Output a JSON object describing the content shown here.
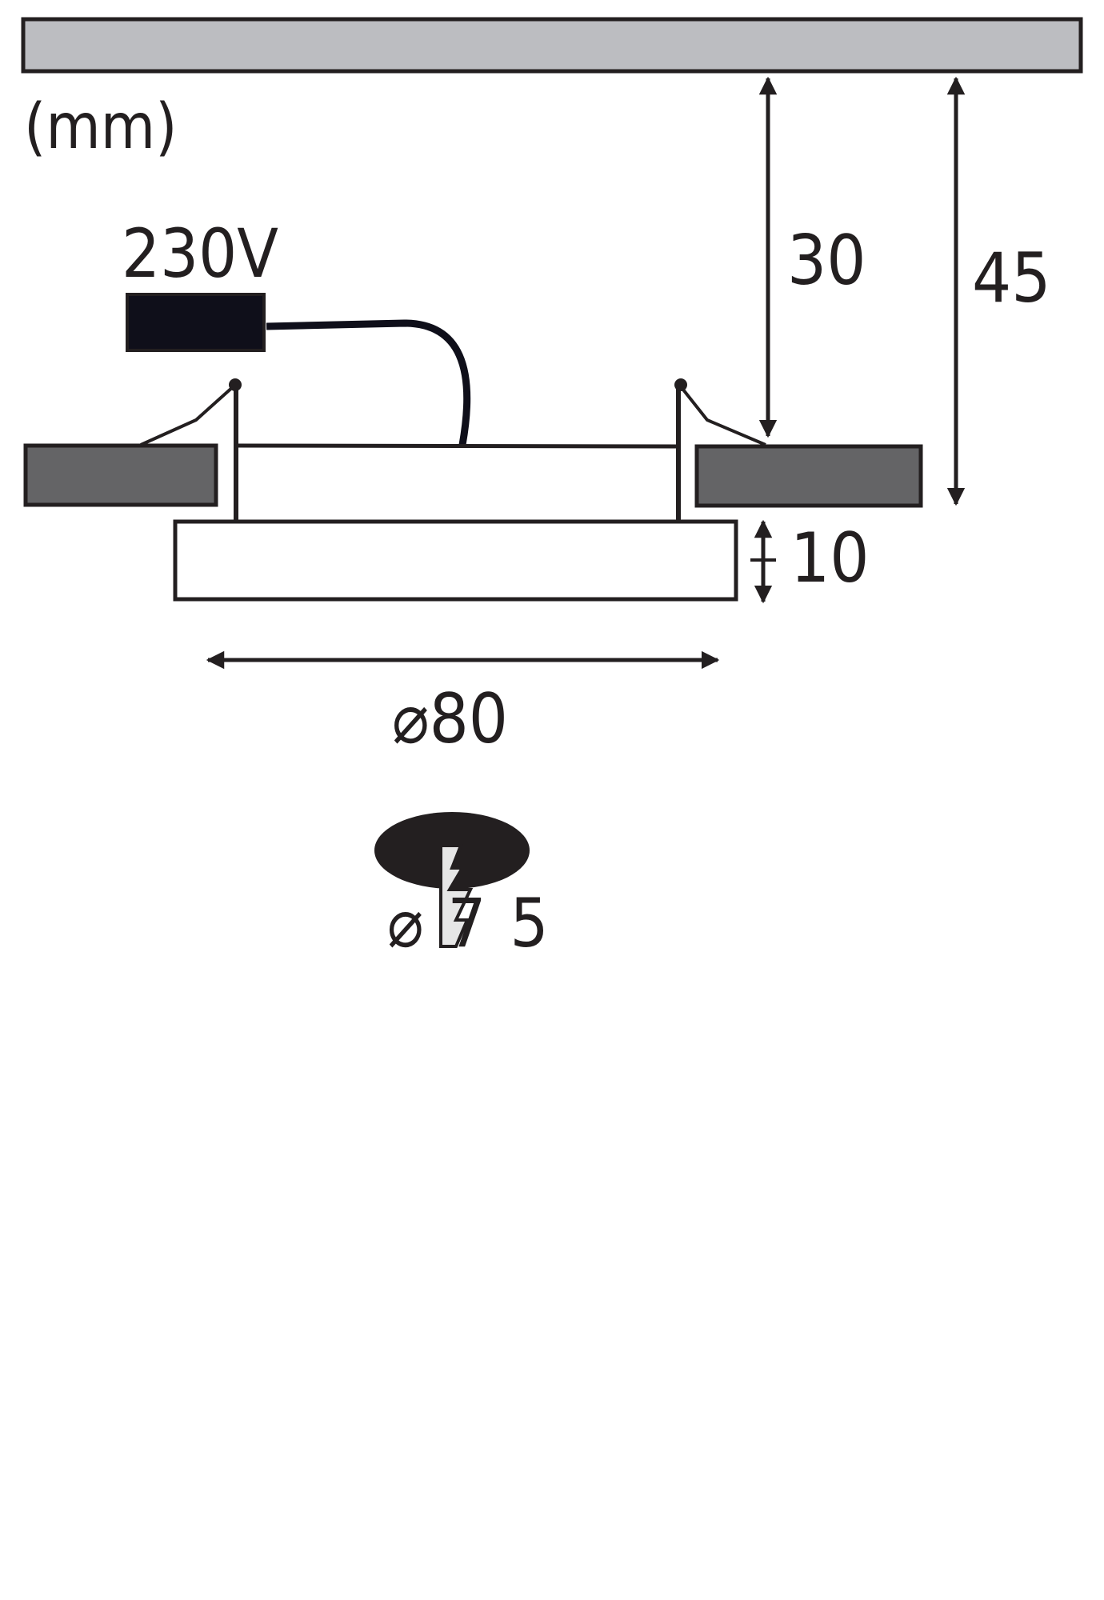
{
  "units_label": "(mm)",
  "voltage_label": "230V",
  "dimensions": {
    "mount_depth": "30",
    "total_depth": "45",
    "front_height": "10",
    "outer_diameter": "⌀80",
    "cutout_diameter": "⌀75"
  },
  "colors": {
    "ceiling": "#bcbdc1",
    "ceiling_board": "#646466",
    "driver_box": "#0f0f1a",
    "outline": "#231f20"
  },
  "icons": [
    "ceiling-panel",
    "driver-box-icon",
    "lightning-icon",
    "cutout-hole-icon"
  ]
}
